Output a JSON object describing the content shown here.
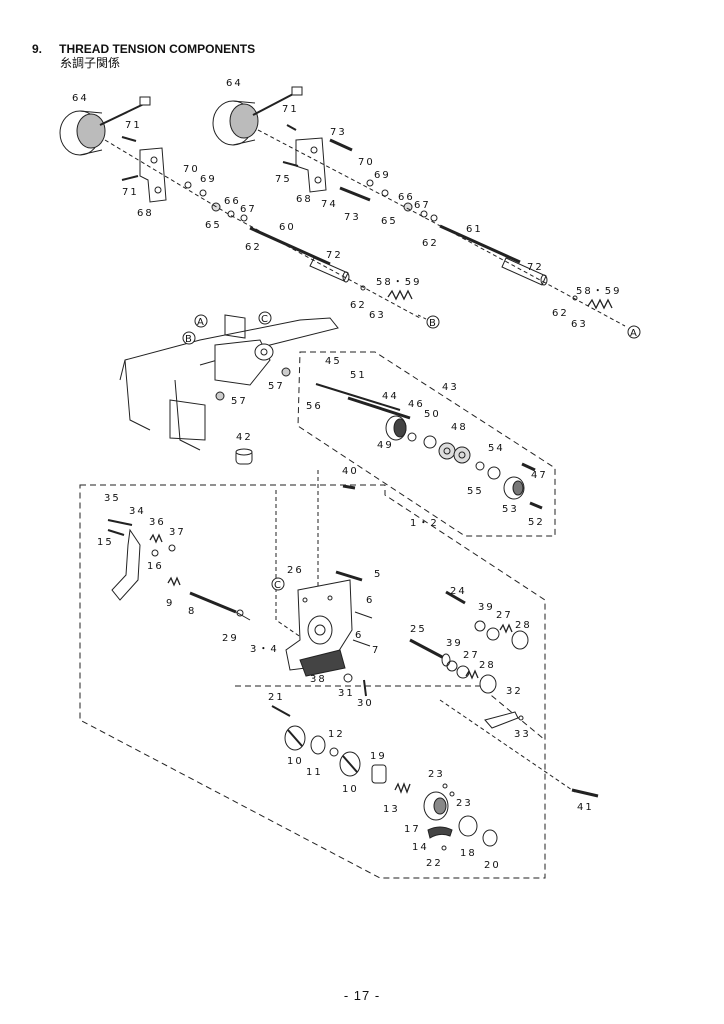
{
  "header": {
    "number": "9.",
    "title": "THREAD TENSION COMPONENTS",
    "subtitle_jp": "糸調子関係"
  },
  "footer": {
    "page": "- 17 -"
  },
  "callouts": {
    "c64a": "64",
    "c64b": "64",
    "c71a": "71",
    "c71b": "71",
    "c71c": "71",
    "c73a": "73",
    "c73b": "73",
    "c70a": "70",
    "c70b": "70",
    "c69a": "69",
    "c69b": "69",
    "c75": "75",
    "c68a": "68",
    "c68b": "68",
    "c74": "74",
    "c66a": "66",
    "c66b": "66",
    "c67a": "67",
    "c67b": "67",
    "c65a": "65",
    "c65b": "65",
    "c62a": "62",
    "c62b": "62",
    "c62c": "62",
    "c62d": "62",
    "c60": "60",
    "c61": "61",
    "c72a": "72",
    "c72b": "72",
    "c5859a": "58・59",
    "c5859b": "58・59",
    "c63a": "63",
    "c63b": "63",
    "c45": "45",
    "c51": "51",
    "c43": "43",
    "c44": "44",
    "c46": "46",
    "c50": "50",
    "c56": "56",
    "c57a": "57",
    "c57b": "57",
    "c49": "49",
    "c48": "48",
    "c54": "54",
    "c47": "47",
    "c55": "55",
    "c53": "53",
    "c52": "52",
    "c42": "42",
    "c40": "40",
    "c12": "1・2",
    "c35": "35",
    "c34": "34",
    "c36": "36",
    "c37": "37",
    "c15": "15",
    "c16": "16",
    "c9": "9",
    "c8": "8",
    "c29": "29",
    "c34b": "3・4",
    "c26": "26",
    "c5": "5",
    "c6a": "6",
    "c6b": "6",
    "c7": "7",
    "c24": "24",
    "c39a": "39",
    "c39b": "39",
    "c27a": "27",
    "c27b": "27",
    "c28a": "28",
    "c28b": "28",
    "c25": "25",
    "c38": "38",
    "c31": "31",
    "c30": "30",
    "c32": "32",
    "c33": "33",
    "c21": "21",
    "c10a": "10",
    "c10b": "10",
    "c11": "11",
    "c12b": "12",
    "c19": "19",
    "c23a": "23",
    "c23b": "23",
    "c13": "13",
    "c17": "17",
    "c14": "14",
    "c22": "22",
    "c18": "18",
    "c20": "20",
    "c41": "41"
  },
  "markers": {
    "A1": "A",
    "A2": "A",
    "B1": "B",
    "B2": "B",
    "C1": "C",
    "C2": "C"
  }
}
